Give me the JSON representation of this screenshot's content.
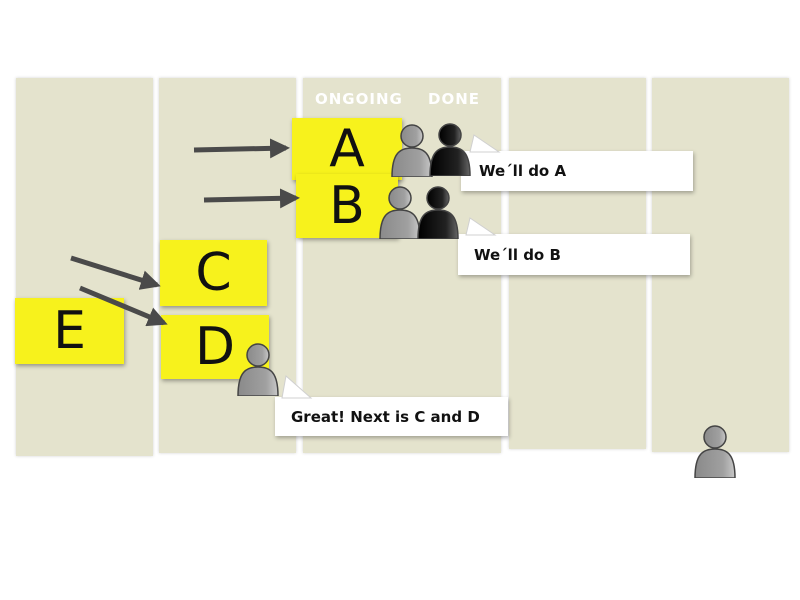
{
  "board": {
    "columns": [
      {
        "label": ""
      },
      {
        "label": ""
      },
      {
        "label_ongoing": "ONGOING",
        "label_done": "DONE"
      },
      {
        "label": ""
      },
      {
        "label": ""
      }
    ]
  },
  "notes": {
    "a": "A",
    "b": "B",
    "c": "C",
    "d": "D",
    "e": "E"
  },
  "bubbles": {
    "a": "We´ll do A",
    "b": "We´ll do B",
    "cd": "Great! Next is C and D"
  },
  "colors": {
    "column": "#e4e3cd",
    "sticky": "#f7f21c",
    "person_light": "#9a9a9a",
    "person_dark": "#111111",
    "arrow": "#4a4a4a"
  },
  "icons": [
    "arrow-icon",
    "person-icon"
  ]
}
